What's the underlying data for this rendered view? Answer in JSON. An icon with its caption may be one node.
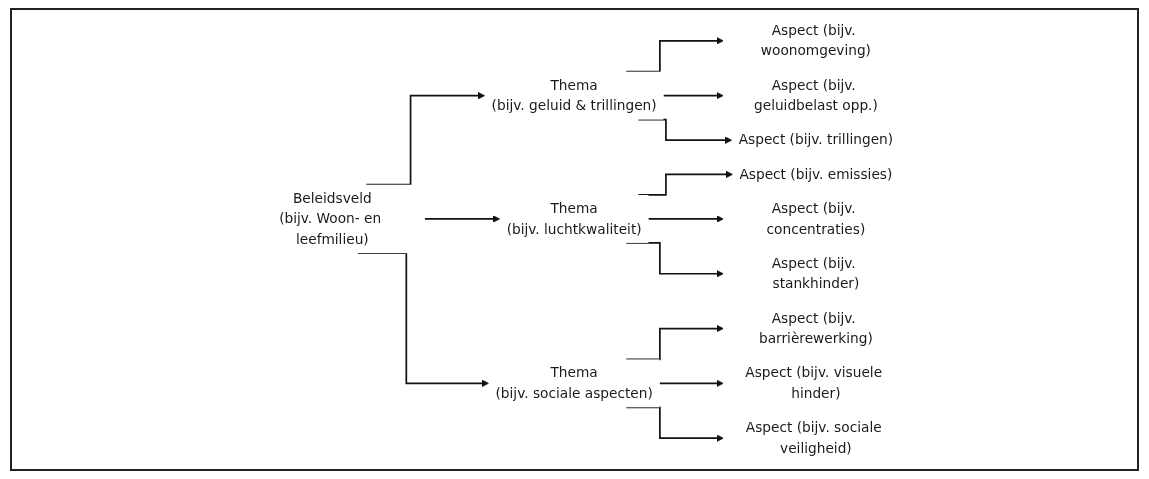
{
  "diagram": {
    "nodes": [
      {
        "text": [
          "Beleidsveld",
          "(bijv. Woon- en leefmilieu)"
        ]
      },
      {
        "text": [
          "Thema",
          "(bijv. geluid & trillingen)"
        ]
      },
      {
        "text": [
          "Thema",
          "(bijv. luchtkwaliteit)"
        ]
      },
      {
        "text": [
          "Thema",
          "(bijv. sociale aspecten)"
        ]
      },
      {
        "text": [
          "Aspect (bijv. woonomgeving)"
        ]
      },
      {
        "text": [
          "Aspect (bijv. geluidbelast opp.)"
        ]
      },
      {
        "text": [
          "Aspect (bijv. trillingen)"
        ]
      },
      {
        "text": [
          "Aspect (bijv. emissies)"
        ]
      },
      {
        "text": [
          "Aspect (bijv. concentraties)"
        ]
      },
      {
        "text": [
          "Aspect (bijv. stankhinder)"
        ]
      },
      {
        "text": [
          "Aspect (bijv. barrièrewerking)"
        ]
      },
      {
        "text": [
          "Aspect (bijv. visuele hinder)"
        ]
      },
      {
        "text": [
          "Aspect (bijv. sociale veiligheid)"
        ]
      }
    ],
    "edges": [
      {
        "from": 0,
        "to": 1,
        "arrow": "to"
      },
      {
        "from": 0,
        "to": 2,
        "arrow": "to"
      },
      {
        "from": 0,
        "to": 3,
        "arrow": "to"
      },
      {
        "from": 1,
        "to": 4,
        "arrow": "to"
      },
      {
        "from": 1,
        "to": 5,
        "arrow": "to"
      },
      {
        "from": 1,
        "to": 6,
        "arrow": "to"
      },
      {
        "from": 2,
        "to": 7,
        "arrow": "to"
      },
      {
        "from": 2,
        "to": 8,
        "arrow": "to"
      },
      {
        "from": 2,
        "to": 9,
        "arrow": "to"
      },
      {
        "from": 3,
        "to": 10,
        "arrow": "to"
      },
      {
        "from": 3,
        "to": 11,
        "arrow": "to"
      },
      {
        "from": 3,
        "to": 12,
        "arrow": "to"
      }
    ]
  }
}
